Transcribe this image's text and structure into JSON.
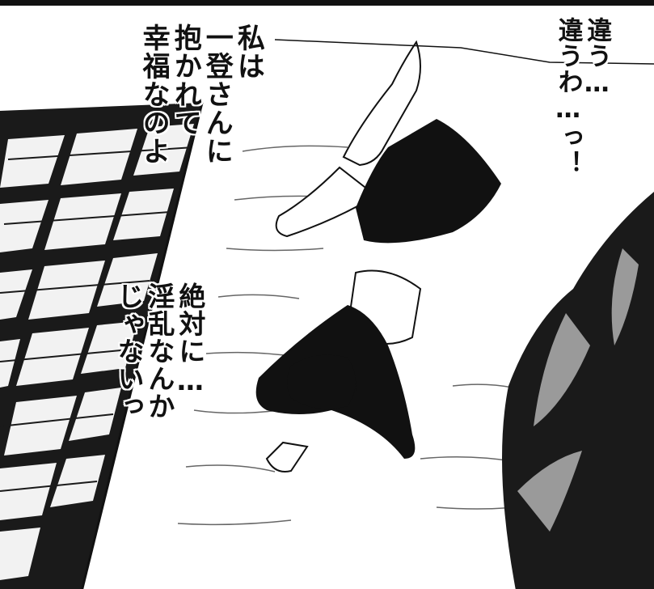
{
  "speech": {
    "right": [
      "違う…",
      "違うわ…っ！"
    ],
    "top": [
      "私は",
      "一登さんに",
      "抱かれて",
      "幸福なのよ"
    ],
    "middle": [
      "絶対に…",
      "淫乱なんか",
      "じゃないっ"
    ]
  },
  "colors": {
    "ink": "#111111",
    "paper": "#ffffff",
    "tone_gray": "#9a9a9a"
  }
}
